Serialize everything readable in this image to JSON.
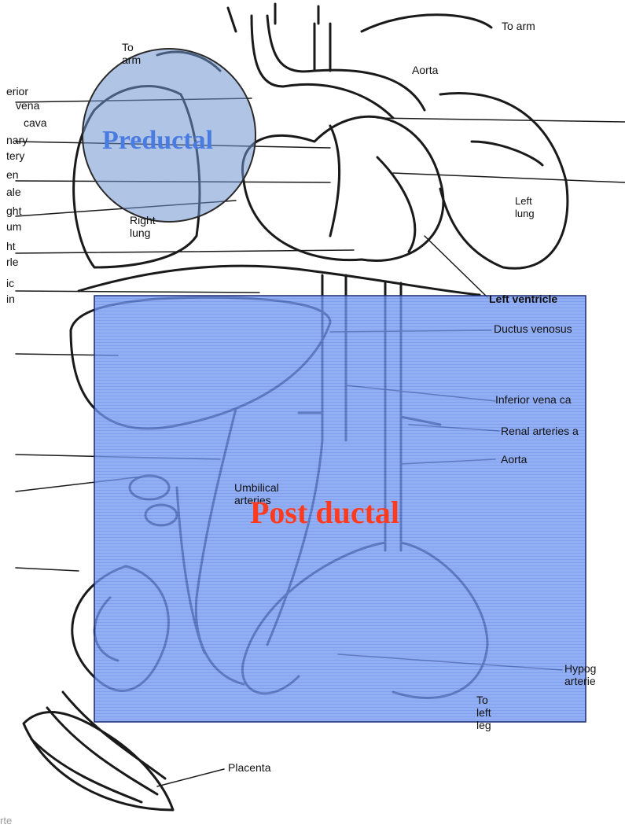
{
  "overlays": {
    "preductal": "Preductal",
    "postductal": "Post ductal",
    "preductal_color": "#6f95cf",
    "postductal_color": "#3f6fe0"
  },
  "labels": {
    "to_arm_right": "To arm",
    "to_arm_left": "To arm",
    "aorta_top": "Aorta",
    "left_lung": "Left lung",
    "right_lung": "Right lung",
    "left_ventricle": "Left ventricle",
    "ductus_venosus": "Ductus venosus",
    "inferior_vena_cava_right": "Inferior vena ca",
    "renal_arteries": "Renal arteries a",
    "aorta_lower": "Aorta",
    "umbilical_arteries": "Umbilical arteries",
    "hypogastric": "Hypog arterie",
    "to_left_leg": "To left leg",
    "placenta": "Placenta",
    "left_cut": [
      "erior",
      "vena",
      "cava",
      "nary",
      "tery",
      "en",
      "ale",
      "ght",
      "um",
      "ht",
      "rle",
      "ic",
      "in"
    ],
    "credit": "rte"
  }
}
